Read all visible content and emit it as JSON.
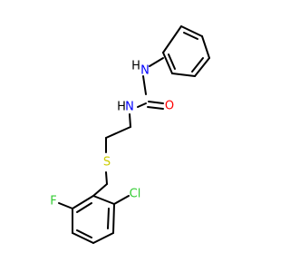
{
  "atoms": {
    "NH_top": {
      "text": "H",
      "color": "#000000"
    },
    "N_top": {
      "text": "N",
      "color": "#0000FF"
    },
    "O": {
      "text": "O",
      "color": "#FF0000"
    },
    "N_mid": {
      "text": "N",
      "color": "#0000FF"
    },
    "NH_mid": {
      "text": "H",
      "color": "#000000"
    },
    "S": {
      "text": "S",
      "color": "#CCCC00"
    },
    "F": {
      "text": "F",
      "color": "#33CC33"
    },
    "Cl": {
      "text": "Cl",
      "color": "#33CC33"
    }
  },
  "bond_color": "#000000"
}
